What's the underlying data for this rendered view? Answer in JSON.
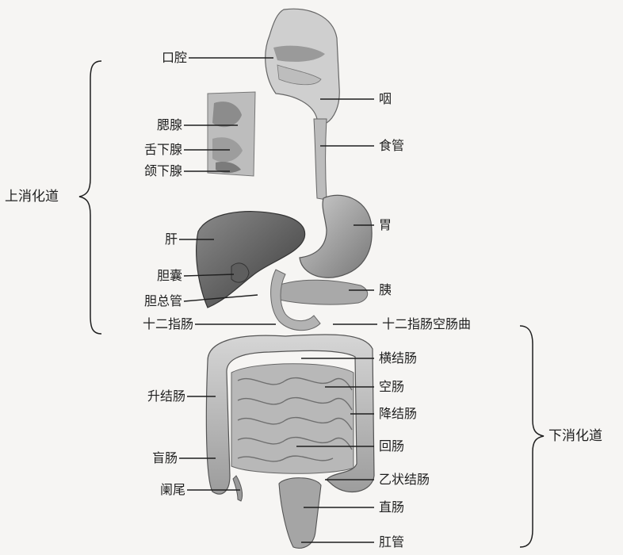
{
  "diagram": {
    "left_labels": {
      "mouth": "口腔",
      "parotid": "腮腺",
      "sublingual": "舌下腺",
      "submandibular": "颌下腺",
      "liver": "肝",
      "gallbladder": "胆囊",
      "common_bile_duct": "胆总管",
      "duodenum": "十二指肠",
      "ascending_colon": "升结肠",
      "cecum": "盲肠",
      "appendix": "阑尾"
    },
    "right_labels": {
      "pharynx": "咽",
      "esophagus": "食管",
      "stomach": "胃",
      "pancreas": "胰",
      "duodenojejunal_flexure": "十二指肠空肠曲",
      "transverse_colon": "横结肠",
      "jejunum": "空肠",
      "descending_colon": "降结肠",
      "ileum": "回肠",
      "sigmoid_colon": "乙状结肠",
      "rectum": "直肠",
      "anal_canal": "肛管"
    },
    "groups": {
      "upper": "上消化道",
      "lower": "下消化道"
    }
  }
}
